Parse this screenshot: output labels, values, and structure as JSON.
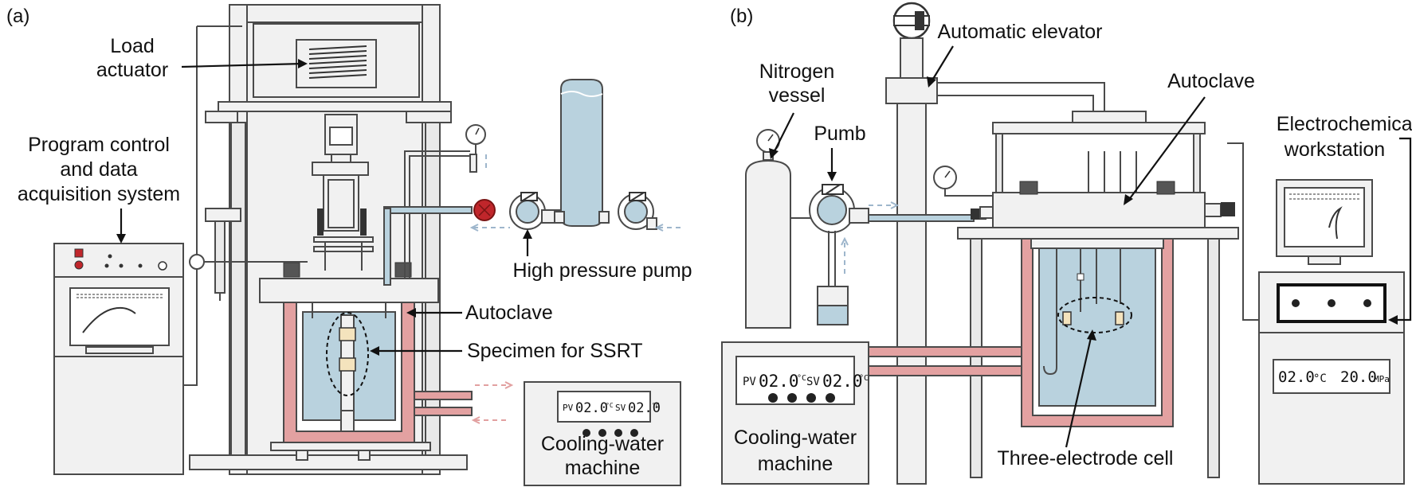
{
  "panel_a": {
    "tag": "(a)",
    "labels": {
      "load_actuator_1": "Load",
      "load_actuator_2": "actuator",
      "program_1": "Program control",
      "program_2": "and data",
      "program_3": "acquisition system",
      "high_pressure_pump": "High pressure pump",
      "autoclave": "Autoclave",
      "specimen": "Specimen for SSRT",
      "cooling_1": "Cooling-water",
      "cooling_2": "machine"
    },
    "display": {
      "pv": "PV",
      "pv_value": "02.0",
      "pv_unit": "°C",
      "sv": "SV",
      "sv_value": "02.0",
      "sv_unit": "°C"
    }
  },
  "panel_b": {
    "tag": "(b)",
    "labels": {
      "automatic_elevator": "Automatic elevator",
      "nitrogen_1": "Nitrogen",
      "nitrogen_2": "vessel",
      "pumb": "Pumb",
      "autoclave": "Autoclave",
      "electrochem_1": "Electrochemical",
      "electrochem_2": "workstation",
      "three_electrode": "Three-electrode cell",
      "cooling_1": "Cooling-water",
      "cooling_2": "machine"
    },
    "display": {
      "pv": "PV",
      "pv_value": "02.0",
      "pv_unit": "°C",
      "sv": "SV",
      "sv_value": "02.0",
      "sv_unit": "°C",
      "temp_value": "02.0",
      "temp_unit": "°C",
      "pressure_value": "20.0",
      "pressure_unit": "MPa"
    }
  },
  "colors": {
    "water": "#b9d2de",
    "heater": "#e3a1a1",
    "frame": "#f1f1f1",
    "valve": "#c0262b"
  }
}
